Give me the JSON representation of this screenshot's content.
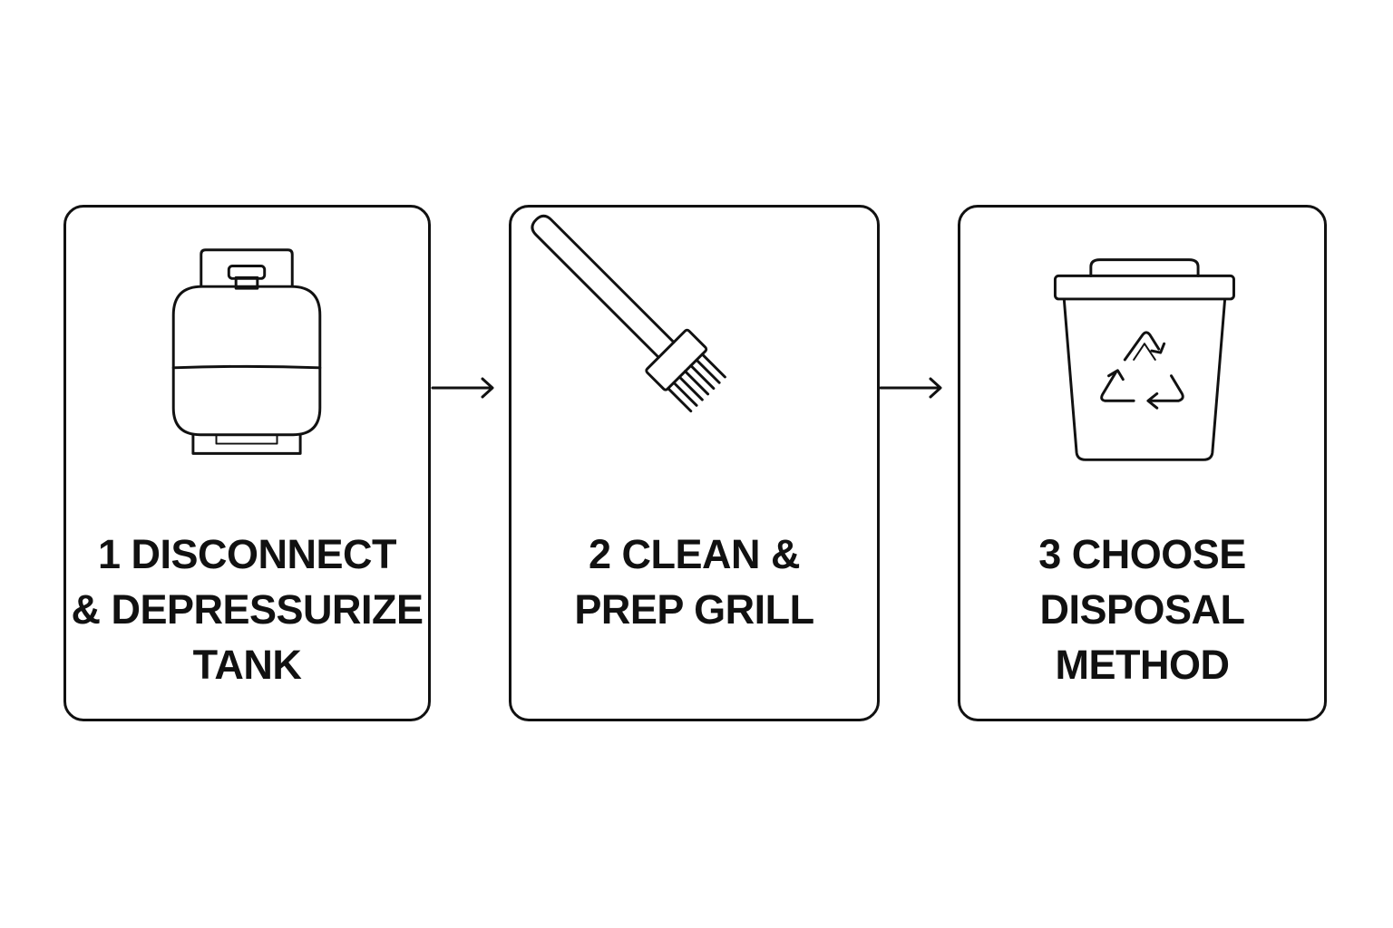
{
  "steps": [
    {
      "number": "1",
      "lines": [
        "1 DISCONNECT",
        "& DEPRESSURIZE",
        "TANK"
      ],
      "icon": "propane-tank-icon"
    },
    {
      "number": "2",
      "lines": [
        "2  CLEAN &",
        "PREP GRILL"
      ],
      "icon": "grill-brush-icon"
    },
    {
      "number": "3",
      "lines": [
        "3  CHOOSE",
        "DISPOSAL",
        "METHOD"
      ],
      "icon": "recycling-bin-icon"
    }
  ],
  "colors": {
    "stroke": "#111111",
    "background": "#ffffff"
  }
}
